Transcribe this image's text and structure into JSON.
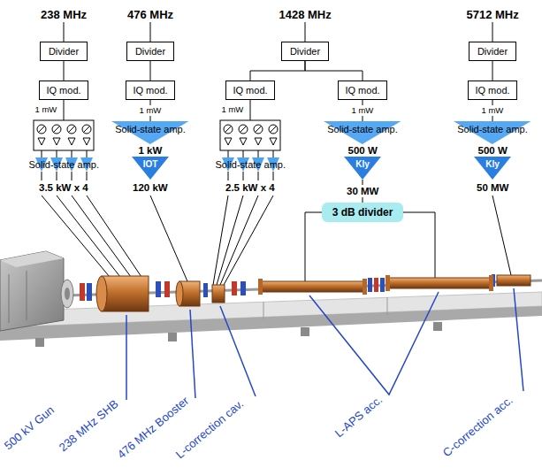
{
  "diagram": {
    "nodes": [
      {
        "text": [
          "Divider"
        ]
      },
      {
        "text": [
          "IQ mod."
        ]
      },
      {
        "text": [
          "Divider"
        ]
      },
      {
        "text": [
          "IQ mod."
        ]
      },
      {
        "text": [
          "Solid-state amp."
        ]
      },
      {
        "text": [
          "IOT"
        ]
      },
      {
        "text": [
          "Divider"
        ]
      },
      {
        "text": [
          "IQ mod."
        ]
      },
      {
        "text": [
          "IQ mod."
        ]
      },
      {
        "text": [
          "Solid-state amp."
        ]
      },
      {
        "text": [
          "Kly"
        ]
      },
      {
        "text": [
          "3 dB divider"
        ]
      },
      {
        "text": [
          "Divider"
        ]
      },
      {
        "text": [
          "IQ mod."
        ]
      },
      {
        "text": [
          "Solid-state amp."
        ]
      },
      {
        "text": [
          "Kly"
        ]
      }
    ],
    "edges": [
      {
        "from": 0,
        "to": 1,
        "arrow": "none"
      },
      {
        "from": 2,
        "to": 3,
        "arrow": "none"
      },
      {
        "from": 3,
        "to": 4,
        "label": "1 mW",
        "arrow": "none"
      },
      {
        "from": 4,
        "to": 5,
        "label": "1 kW",
        "arrow": "none"
      },
      {
        "from": 6,
        "to": 7,
        "arrow": "none"
      },
      {
        "from": 6,
        "to": 8,
        "arrow": "none"
      },
      {
        "from": 8,
        "to": 9,
        "label": "1 mW",
        "arrow": "none"
      },
      {
        "from": 9,
        "to": 10,
        "label": "500 W",
        "arrow": "none"
      },
      {
        "from": 10,
        "to": 11,
        "label": "30 MW",
        "arrow": "none"
      },
      {
        "from": 12,
        "to": 13,
        "arrow": "none"
      },
      {
        "from": 13,
        "to": 14,
        "label": "1 mW",
        "arrow": "none"
      },
      {
        "from": 14,
        "to": 15,
        "label": "500 W",
        "arrow": "none"
      }
    ],
    "labels": [
      "238 MHz",
      "476 MHz",
      "1428 MHz",
      "5712 MHz",
      "1 mW",
      "Solid-state amp.",
      "3.5 kW x 4",
      "120 kW",
      "1 mW",
      "Solid-state amp.",
      "2.5 kW x 4",
      "50 MW",
      "500 kV Gun",
      "238 MHz SHB",
      "476 MHz Booster",
      "L-correction cav.",
      "L-APS acc.",
      "C-correction acc."
    ]
  }
}
